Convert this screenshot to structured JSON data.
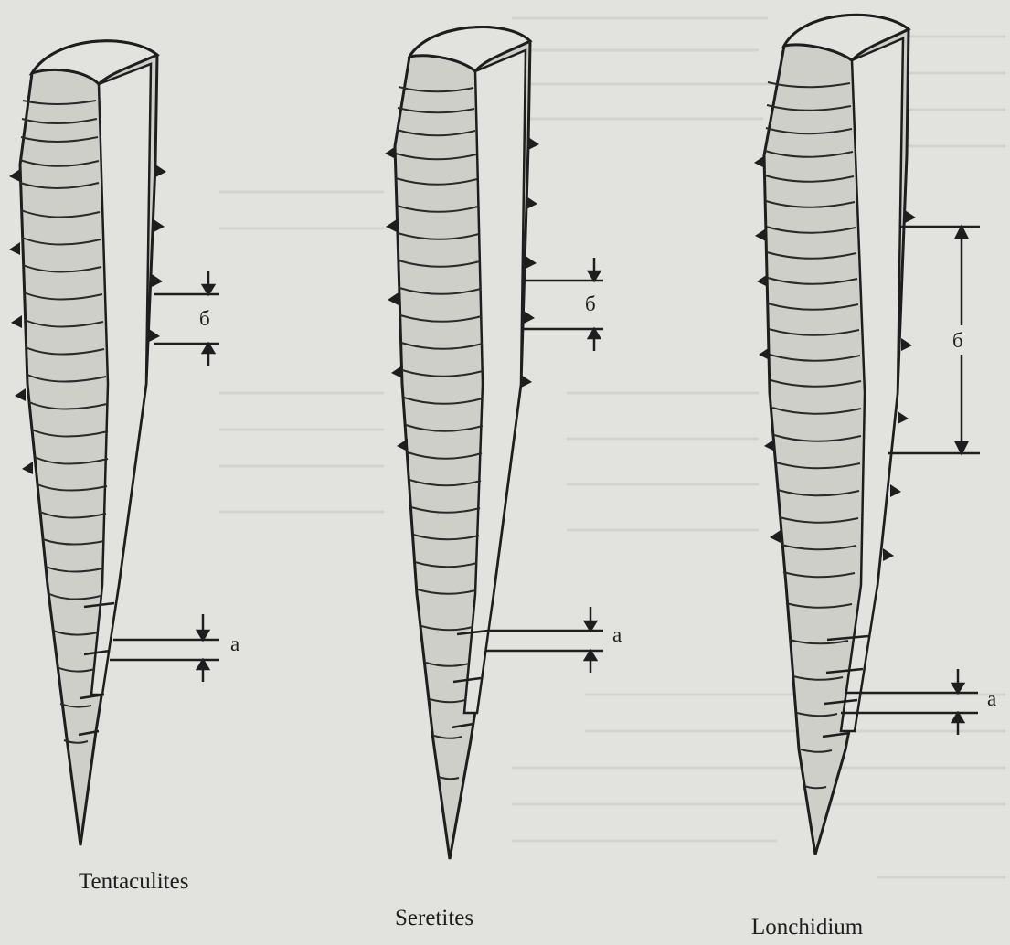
{
  "specimens": [
    {
      "name": "Tentaculites",
      "label_a": "a",
      "label_b": "б"
    },
    {
      "name": "Seretites",
      "label_a": "a",
      "label_b": "б"
    },
    {
      "name": "Lonchidium",
      "label_a": "a",
      "label_b": "б"
    }
  ],
  "colors": {
    "ink": "#1e1e1e",
    "shell": "#cfcfca",
    "paper": "#e2e2df"
  }
}
